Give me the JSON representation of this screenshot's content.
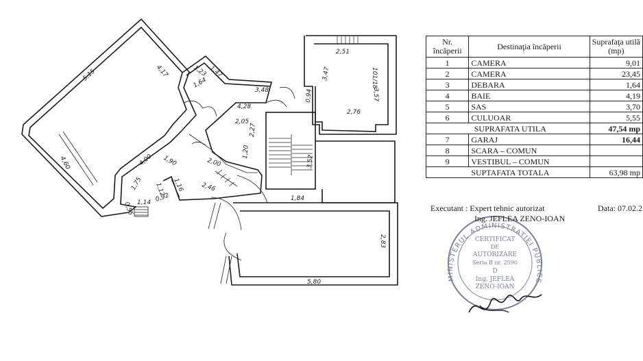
{
  "dimensions": {
    "d1": "5,15",
    "d2": "4,17",
    "d3": "4,60",
    "d4": "1,23",
    "d5": "1,47",
    "d6": "1,64",
    "d7": "3,48",
    "d8": "4,28",
    "d9": "2,05",
    "d10": "2,27",
    "d11": "4,00",
    "d12": "1,90",
    "d13": "2,00",
    "d14": "1,20",
    "d15": "1,75",
    "d16": "1,12",
    "d17": "1,16",
    "d18": "2,46",
    "d19": "0,55",
    "d20": "1,14",
    "d21": "0,92",
    "d22": "2,51",
    "d23": "3,47",
    "d24": "101/18",
    "d25": "3,57",
    "d26": "0,94",
    "d27": "2,76",
    "d28": "3,52",
    "d29": "1,84",
    "d30": "2,83",
    "d31": "5,80"
  },
  "table": {
    "header_nr": [
      "Nr.",
      "încăperii"
    ],
    "header_dest": "Destinaţia încăperii",
    "header_area": [
      "Suprafaţa utilă",
      "(mp)"
    ],
    "rows": [
      {
        "nr": "1",
        "dest": "CAMERA",
        "area": "9,01"
      },
      {
        "nr": "2",
        "dest": "CAMERA",
        "area": "23,45"
      },
      {
        "nr": "3",
        "dest": "DEBARA",
        "area": "1,64"
      },
      {
        "nr": "4",
        "dest": "BAIE",
        "area": "4,19"
      },
      {
        "nr": "5",
        "dest": "SAS",
        "area": "3,70"
      },
      {
        "nr": "6",
        "dest": "CULUOAR",
        "area": "5,55"
      }
    ],
    "subtotal_label": "SUPRAFATA UTILA",
    "subtotal_value": "47,54 mp",
    "rows2": [
      {
        "nr": "7",
        "dest": "GARAJ",
        "area": "16,44"
      },
      {
        "nr": "8",
        "dest": "SCARA – COMUN",
        "area": ""
      },
      {
        "nr": "9",
        "dest": "VESTIBUL – COMUN",
        "area": ""
      }
    ],
    "total_label": "SUPTAFATA TOTALA",
    "total_value": "63,98 mp"
  },
  "footer": {
    "executant": "Executant :  Expert tehnic autorizat",
    "engineer": "Ing. JEFLEA  ZENO-IOAN",
    "date": "Data:  07.02.2"
  },
  "stamp": {
    "ring_text": "MINISTERUL ADMINISTRATIEI PUBLICE",
    "lines": [
      "CERTIFICAT",
      "DE",
      "AUTORIZARE",
      "Seria B nr. 2590",
      "D",
      "Ing. JEFLEA",
      "ZENO-IOAN"
    ],
    "stamp_color": "#7a7f9a"
  }
}
